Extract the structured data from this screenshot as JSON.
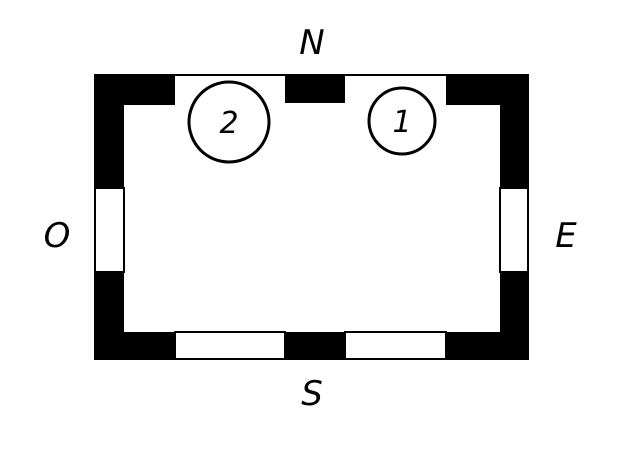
{
  "compass": {
    "north": "N",
    "south": "S",
    "east": "E",
    "west": "O"
  },
  "markers": [
    {
      "label": "2"
    },
    {
      "label": "1"
    }
  ],
  "colors": {
    "wall": "#000000",
    "opening_outline": "#000000",
    "background": "#ffffff"
  }
}
